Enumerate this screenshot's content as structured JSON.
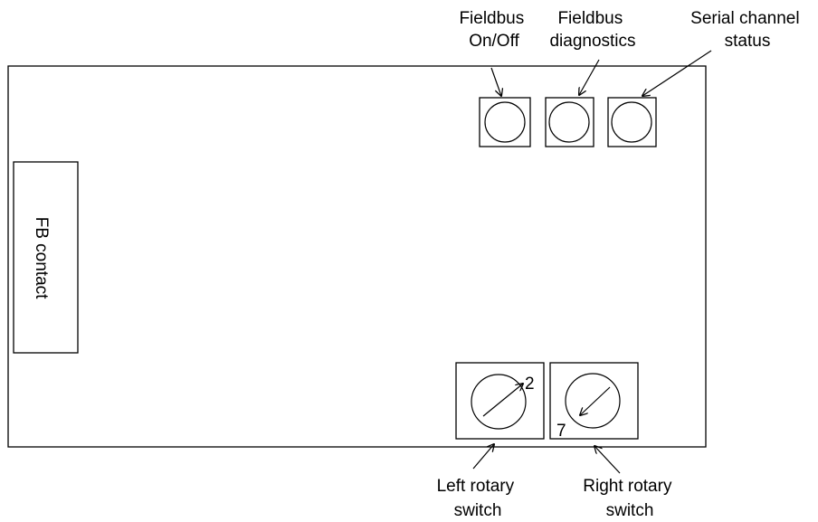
{
  "labels": {
    "fieldbus_onoff": [
      "Fieldbus",
      "On/Off"
    ],
    "fieldbus_diagnostics": [
      "Fieldbus",
      "diagnostics"
    ],
    "serial_channel_status": [
      "Serial channel",
      "status"
    ],
    "fb_contact": "FB contact",
    "left_rotary_switch": [
      "Left rotary",
      "switch"
    ],
    "right_rotary_switch": [
      "Right rotary",
      "switch"
    ]
  },
  "switch_values": {
    "left": "2",
    "right": "7"
  }
}
